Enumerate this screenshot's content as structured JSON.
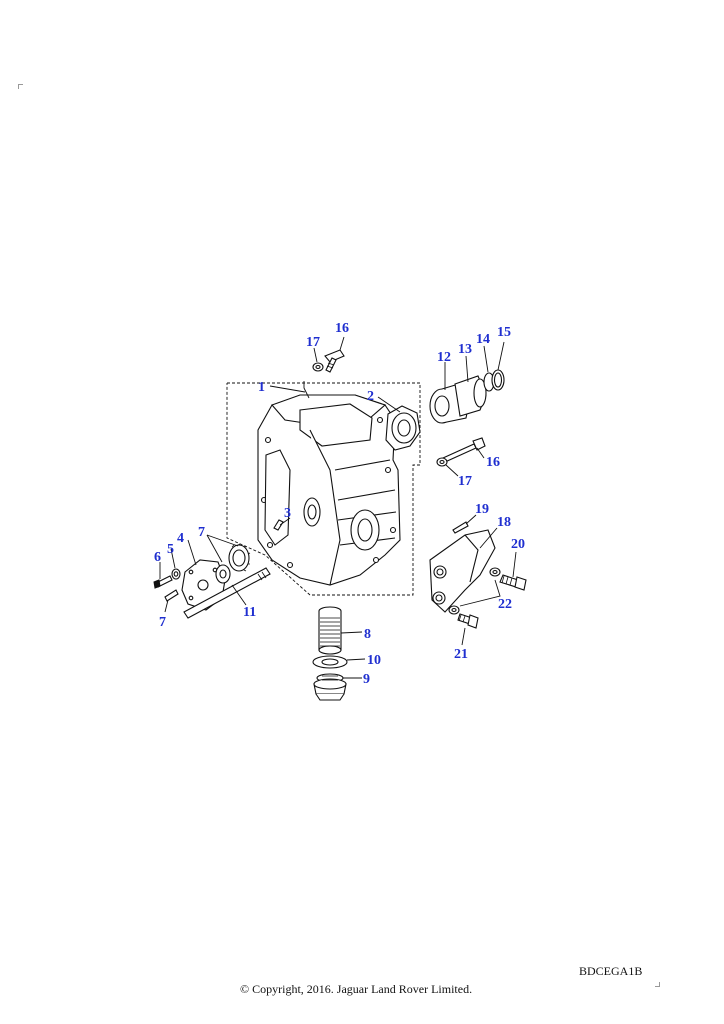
{
  "diagram": {
    "callouts": {
      "c1": "1",
      "c2": "2",
      "c3": "3",
      "c4": "4",
      "c5": "5",
      "c6": "6",
      "c7a": "7",
      "c7b": "7",
      "c8": "8",
      "c9": "9",
      "c10": "10",
      "c11": "11",
      "c12": "12",
      "c13": "13",
      "c14": "14",
      "c15": "15",
      "c16a": "16",
      "c16b": "16",
      "c17a": "17",
      "c17b": "17",
      "c18": "18",
      "c19": "19",
      "c20": "20",
      "c21": "21",
      "c22": "22"
    },
    "callout_color": "#1f2fd0",
    "line_color": "#111111"
  },
  "footer": {
    "reference_code": "BDCEGA1B",
    "copyright": "© Copyright, 2016. Jaguar Land Rover Limited."
  }
}
